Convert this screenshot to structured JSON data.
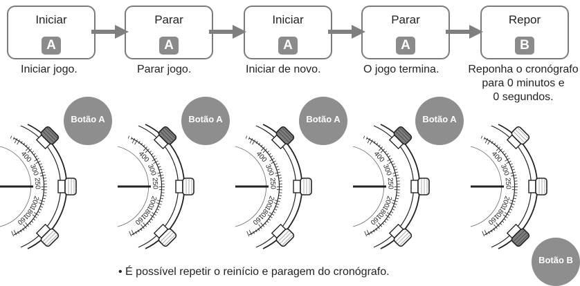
{
  "steps": [
    {
      "title": "Iniciar",
      "key": "A",
      "caption": "Iniciar jogo."
    },
    {
      "title": "Parar",
      "key": "A",
      "caption": "Parar jogo."
    },
    {
      "title": "Iniciar",
      "key": "A",
      "caption": "Iniciar de novo."
    },
    {
      "title": "Parar",
      "key": "A",
      "caption": "O jogo termina."
    },
    {
      "title": "Repor",
      "key": "B",
      "caption_lines": [
        "Reponha o cronógrafo",
        "para 0 minutos e",
        "0 segundos."
      ]
    }
  ],
  "callouts": {
    "button_a": "Botão A",
    "button_b": "Botão B"
  },
  "bezel_labels": [
    "400",
    "300",
    "250",
    "200",
    "180",
    "160"
  ],
  "footnote": "• É possível repetir o reinício e paragem do cronógrafo.",
  "colors": {
    "box_border": "#7a7a7a",
    "badge": "#8b8b8b",
    "arrow": "#7f7f7f",
    "callout": "#8e8e8e",
    "pressed_button": "#7d7d7d"
  }
}
